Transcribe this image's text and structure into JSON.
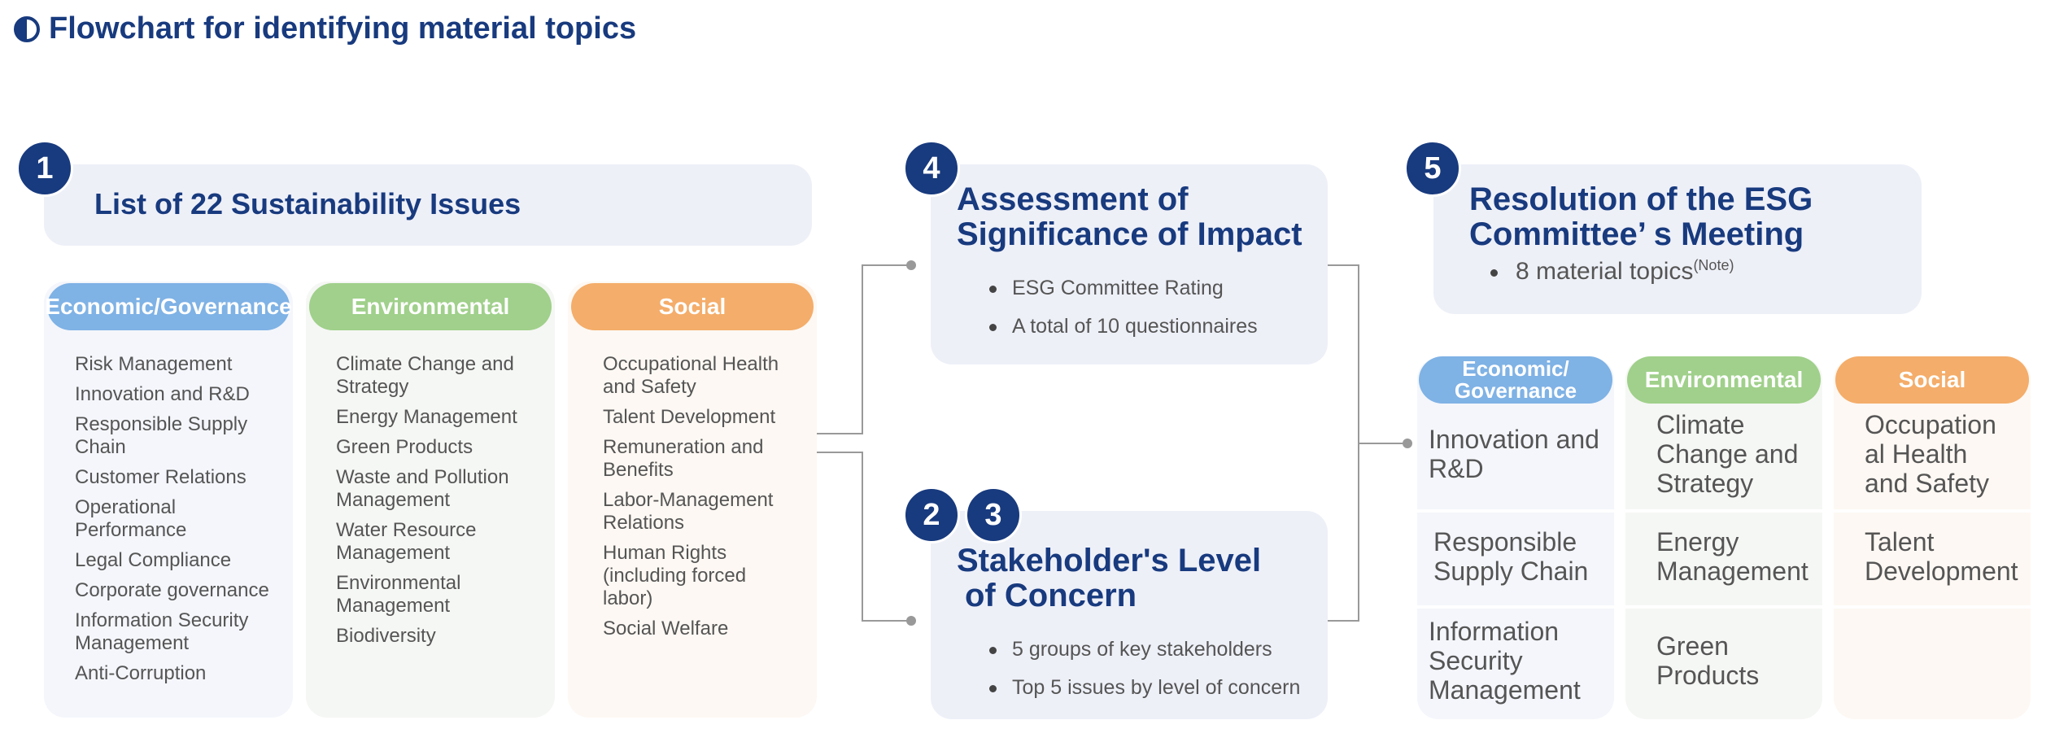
{
  "page_title": "Flowchart for identifying material topics",
  "steps": {
    "step1": "1",
    "step2": "2",
    "step3": "3",
    "step4": "4",
    "step5": "5"
  },
  "issues": {
    "title": "List of 22 Sustainability Issues",
    "economic": {
      "label": "Economic/Governance",
      "items": [
        "Risk Management",
        "Innovation and R&D",
        "Responsible Supply Chain",
        "Customer Relations",
        "Operational Performance",
        "Legal Compliance",
        "Corporate governance",
        "Information Security Management",
        "Anti-Corruption"
      ]
    },
    "environmental": {
      "label": "Environmental",
      "items": [
        "Climate Change and Strategy",
        "Energy Management",
        "Green Products",
        "Waste and Pollution Management",
        "Water Resource Management",
        "Environmental Management",
        "Biodiversity"
      ]
    },
    "social": {
      "label": "Social",
      "items": [
        "Occupational Health and Safety",
        "Talent Development",
        "Remuneration and Benefits",
        "Labor-Management Relations",
        "Human Rights (including forced labor)",
        "Social Welfare"
      ]
    }
  },
  "assessment": {
    "title_line1": "Assessment of",
    "title_line2": "Significance of Impact",
    "bullets": [
      "ESG Committee Rating",
      "A total of 10 questionnaires"
    ]
  },
  "stakeholder": {
    "title_line1": "Stakeholder's Level",
    "title_line2": "of Concern",
    "bullets": [
      "5 groups of key stakeholders",
      "Top 5 issues by level of concern"
    ]
  },
  "resolution": {
    "title_line1": "Resolution of the ESG",
    "title_line2": "Committee’ s Meeting",
    "bullet": "8 material topics",
    "note": "(Note)"
  },
  "material": {
    "economic": {
      "label_line1": "Economic/",
      "label_line2": "Governance",
      "items": [
        "Innovation and R&D",
        "Responsible Supply Chain",
        "Information Security Management"
      ]
    },
    "environmental": {
      "label": "Environmental",
      "items": [
        "Climate Change and Strategy",
        "Energy Management",
        "Green Products"
      ]
    },
    "social": {
      "label": "Social",
      "items": [
        "Occupation al Health and Safety",
        "Talent Development"
      ]
    }
  },
  "colors": {
    "navy": "#183a7e",
    "economic": "#7fb2e5",
    "environmental": "#a0d08b",
    "social": "#f4ad6a",
    "panel": "#eef0f8"
  }
}
